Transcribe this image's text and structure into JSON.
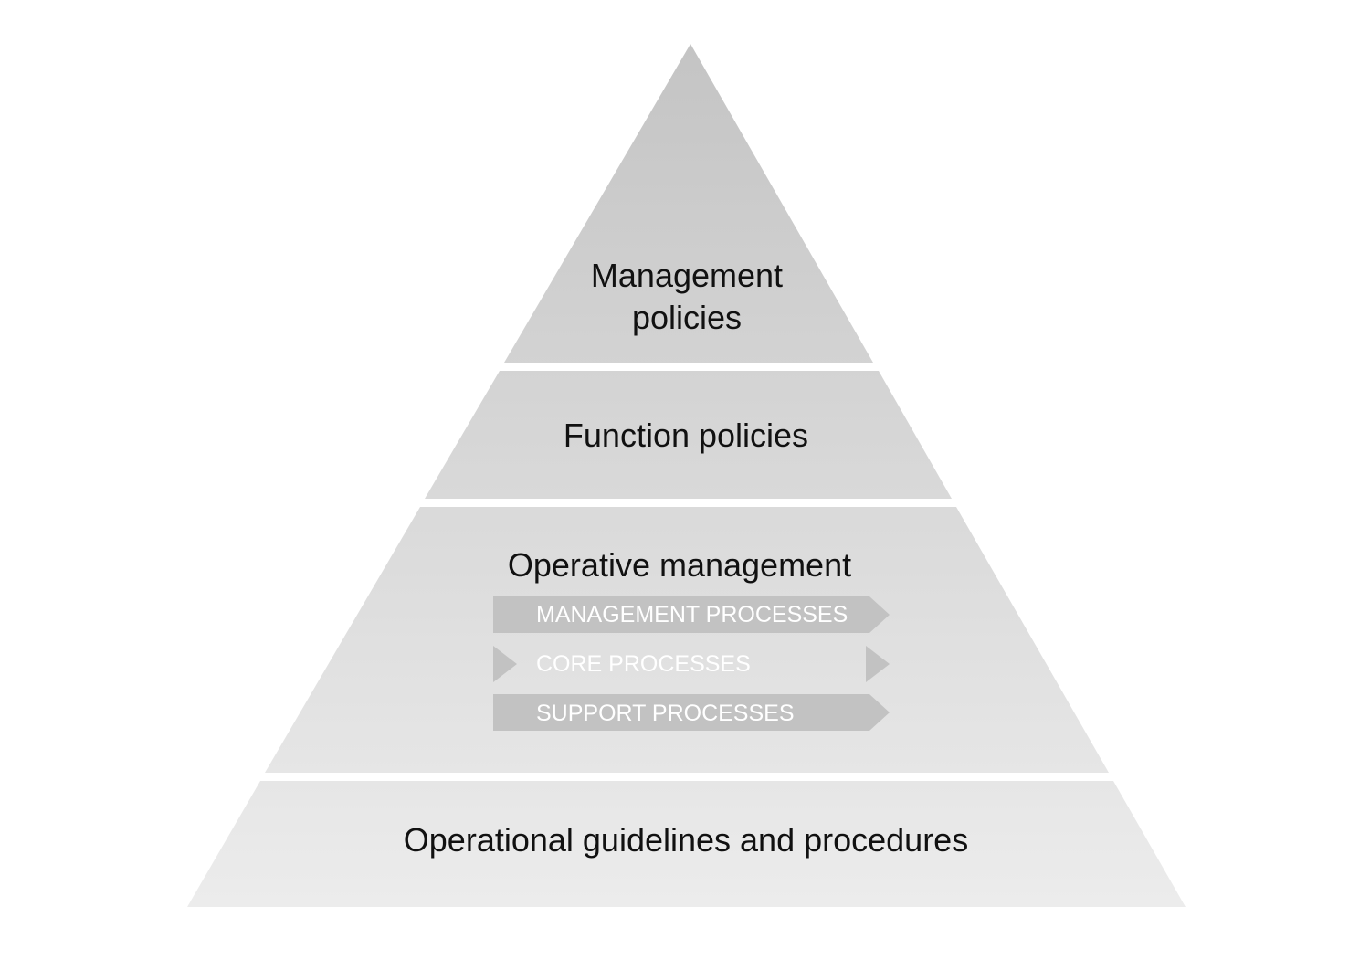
{
  "pyramid": {
    "tiers": [
      {
        "id": "tier-1",
        "lines": [
          "Management",
          "policies"
        ]
      },
      {
        "id": "tier-2",
        "lines": [
          "Function policies"
        ]
      },
      {
        "id": "tier-3",
        "lines": [
          "Operative management"
        ]
      },
      {
        "id": "tier-4",
        "lines": [
          "Operational guidelines and procedures"
        ]
      }
    ],
    "processes": [
      {
        "label": "MANAGEMENT PROCESSES",
        "style": "banner"
      },
      {
        "label": "CORE PROCESSES",
        "style": "open-arrows"
      },
      {
        "label": "SUPPORT PROCESSES",
        "style": "banner"
      }
    ],
    "colors": {
      "top": "#c4c4c4",
      "bottom": "#ececec",
      "process_fill": "#c2c2c2",
      "process_text": "#ffffff"
    }
  }
}
